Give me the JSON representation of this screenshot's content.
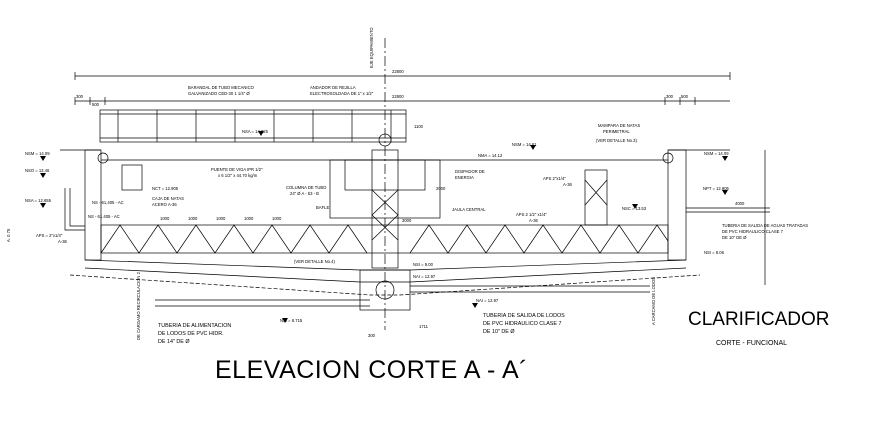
{
  "drawing": {
    "title": "ELEVACION CORTE   A   -  A´",
    "project": "CLARIFICADOR",
    "subtitle": "CORTE - FUNCIONAL",
    "labels": {
      "eje_equipamiento": "EJE EQUIPAMIENTO",
      "dim_total_top": "22800",
      "dim_total_2": "22800",
      "dim_300_left": "300",
      "dim_500_left": "500",
      "dim_300_right": "300",
      "dim_500_right": "500",
      "dim_1100": "1100",
      "dim_1000": "1000",
      "dim_3000": "3000",
      "dim_4000": "4000",
      "dim_1711": "1711",
      "dim_2000": "2000",
      "barandal_1": "BARANDAL DE TUBO MECANICO",
      "barandal_2": "GALVANIZADO CED-30  1 1/4\" Ø",
      "andador_1": "ANDADOR DE REJILLA",
      "andador_2": "ELECTROSOLDADA DE 1\" x 1/2\"",
      "nsa_1": "NSA = 14.925",
      "nsm_left": "NSM = 14.09",
      "nso_left": "NSO = 13.46",
      "nsa_left": "NSA = 12.655",
      "puente_1": "PUENTE DE VIGA IPR 1/2\"",
      "puente_2": "x 6 1/2\" x 44.70 kg/m",
      "nct": "NCT = 12.905",
      "caja_1": "CAJA DE NATAS",
      "caja_2": "ACERO A-36",
      "ns_61": "NS - 61.405 - AC",
      "nsm_mid": "NSM = 14.81",
      "nma": "NMA = 14.12",
      "columna_1": "COLUMNA DE TUBO",
      "columna_2": "24\" Ø  A - 53 - B",
      "disipador_1": "DISIPADOR DE",
      "disipador_2": "ENERGIA",
      "baffle": "BAFLE",
      "jaula": "JAULA CENTRAL",
      "mampara_1": "MAMPARA DE NATAS",
      "mampara_2": "PERIMETRAL",
      "ver_det_3": "(VER DETALLE No.3)",
      "nsm_right": "NSM = 14.09",
      "aps_1": "APS  2\"x1/4\"",
      "aps_1b": "A-36",
      "aps_2": "APS  2 1/2\" x1/4\"",
      "aps_2b": "A-36",
      "aps_left": "APS = 2\"x1/4\"",
      "aps_left_b": "A-36",
      "npt_right": "NPT = 12.905",
      "nsc_right": "NSC = 13.53",
      "tuberia_agua_1": "TUBERIA DE SALIDA DE AGUAS TRATADAS",
      "tuberia_agua_2": "DE PVC HIDRAULICO CLASE 7",
      "tuberia_agua_3": "DE 10\" DE Ø",
      "nsi_right": "NSI = 8.06",
      "ver_det_4": "(VER DETALLE No.4)",
      "nsi_mid": "NSI = 9.00",
      "nai_center": "NAI = 12.97",
      "nai_right": "NAI = 12.97",
      "nai_left": "NAI = 8.715",
      "left_vertical": "DE CARGAMO RECIRCULACION 2",
      "right_vertical": "A CARCAMO DE LODOS",
      "tuberia_alim_1": "TUBERIA DE ALIMENTACION",
      "tuberia_alim_2": "DE LODOS DE PVC HIDR.",
      "tuberia_alim_3": "DE 14\" DE Ø",
      "tuberia_lodos_1": "TUBERIA DE SALIDA DE LODOS",
      "tuberia_lodos_2": "DE PVC HIDRAULICO CLASE 7",
      "tuberia_lodos_3": "DE 10\" DE Ø",
      "left_axis": "A. 0.75",
      "dim_300_bottom": "300"
    }
  }
}
